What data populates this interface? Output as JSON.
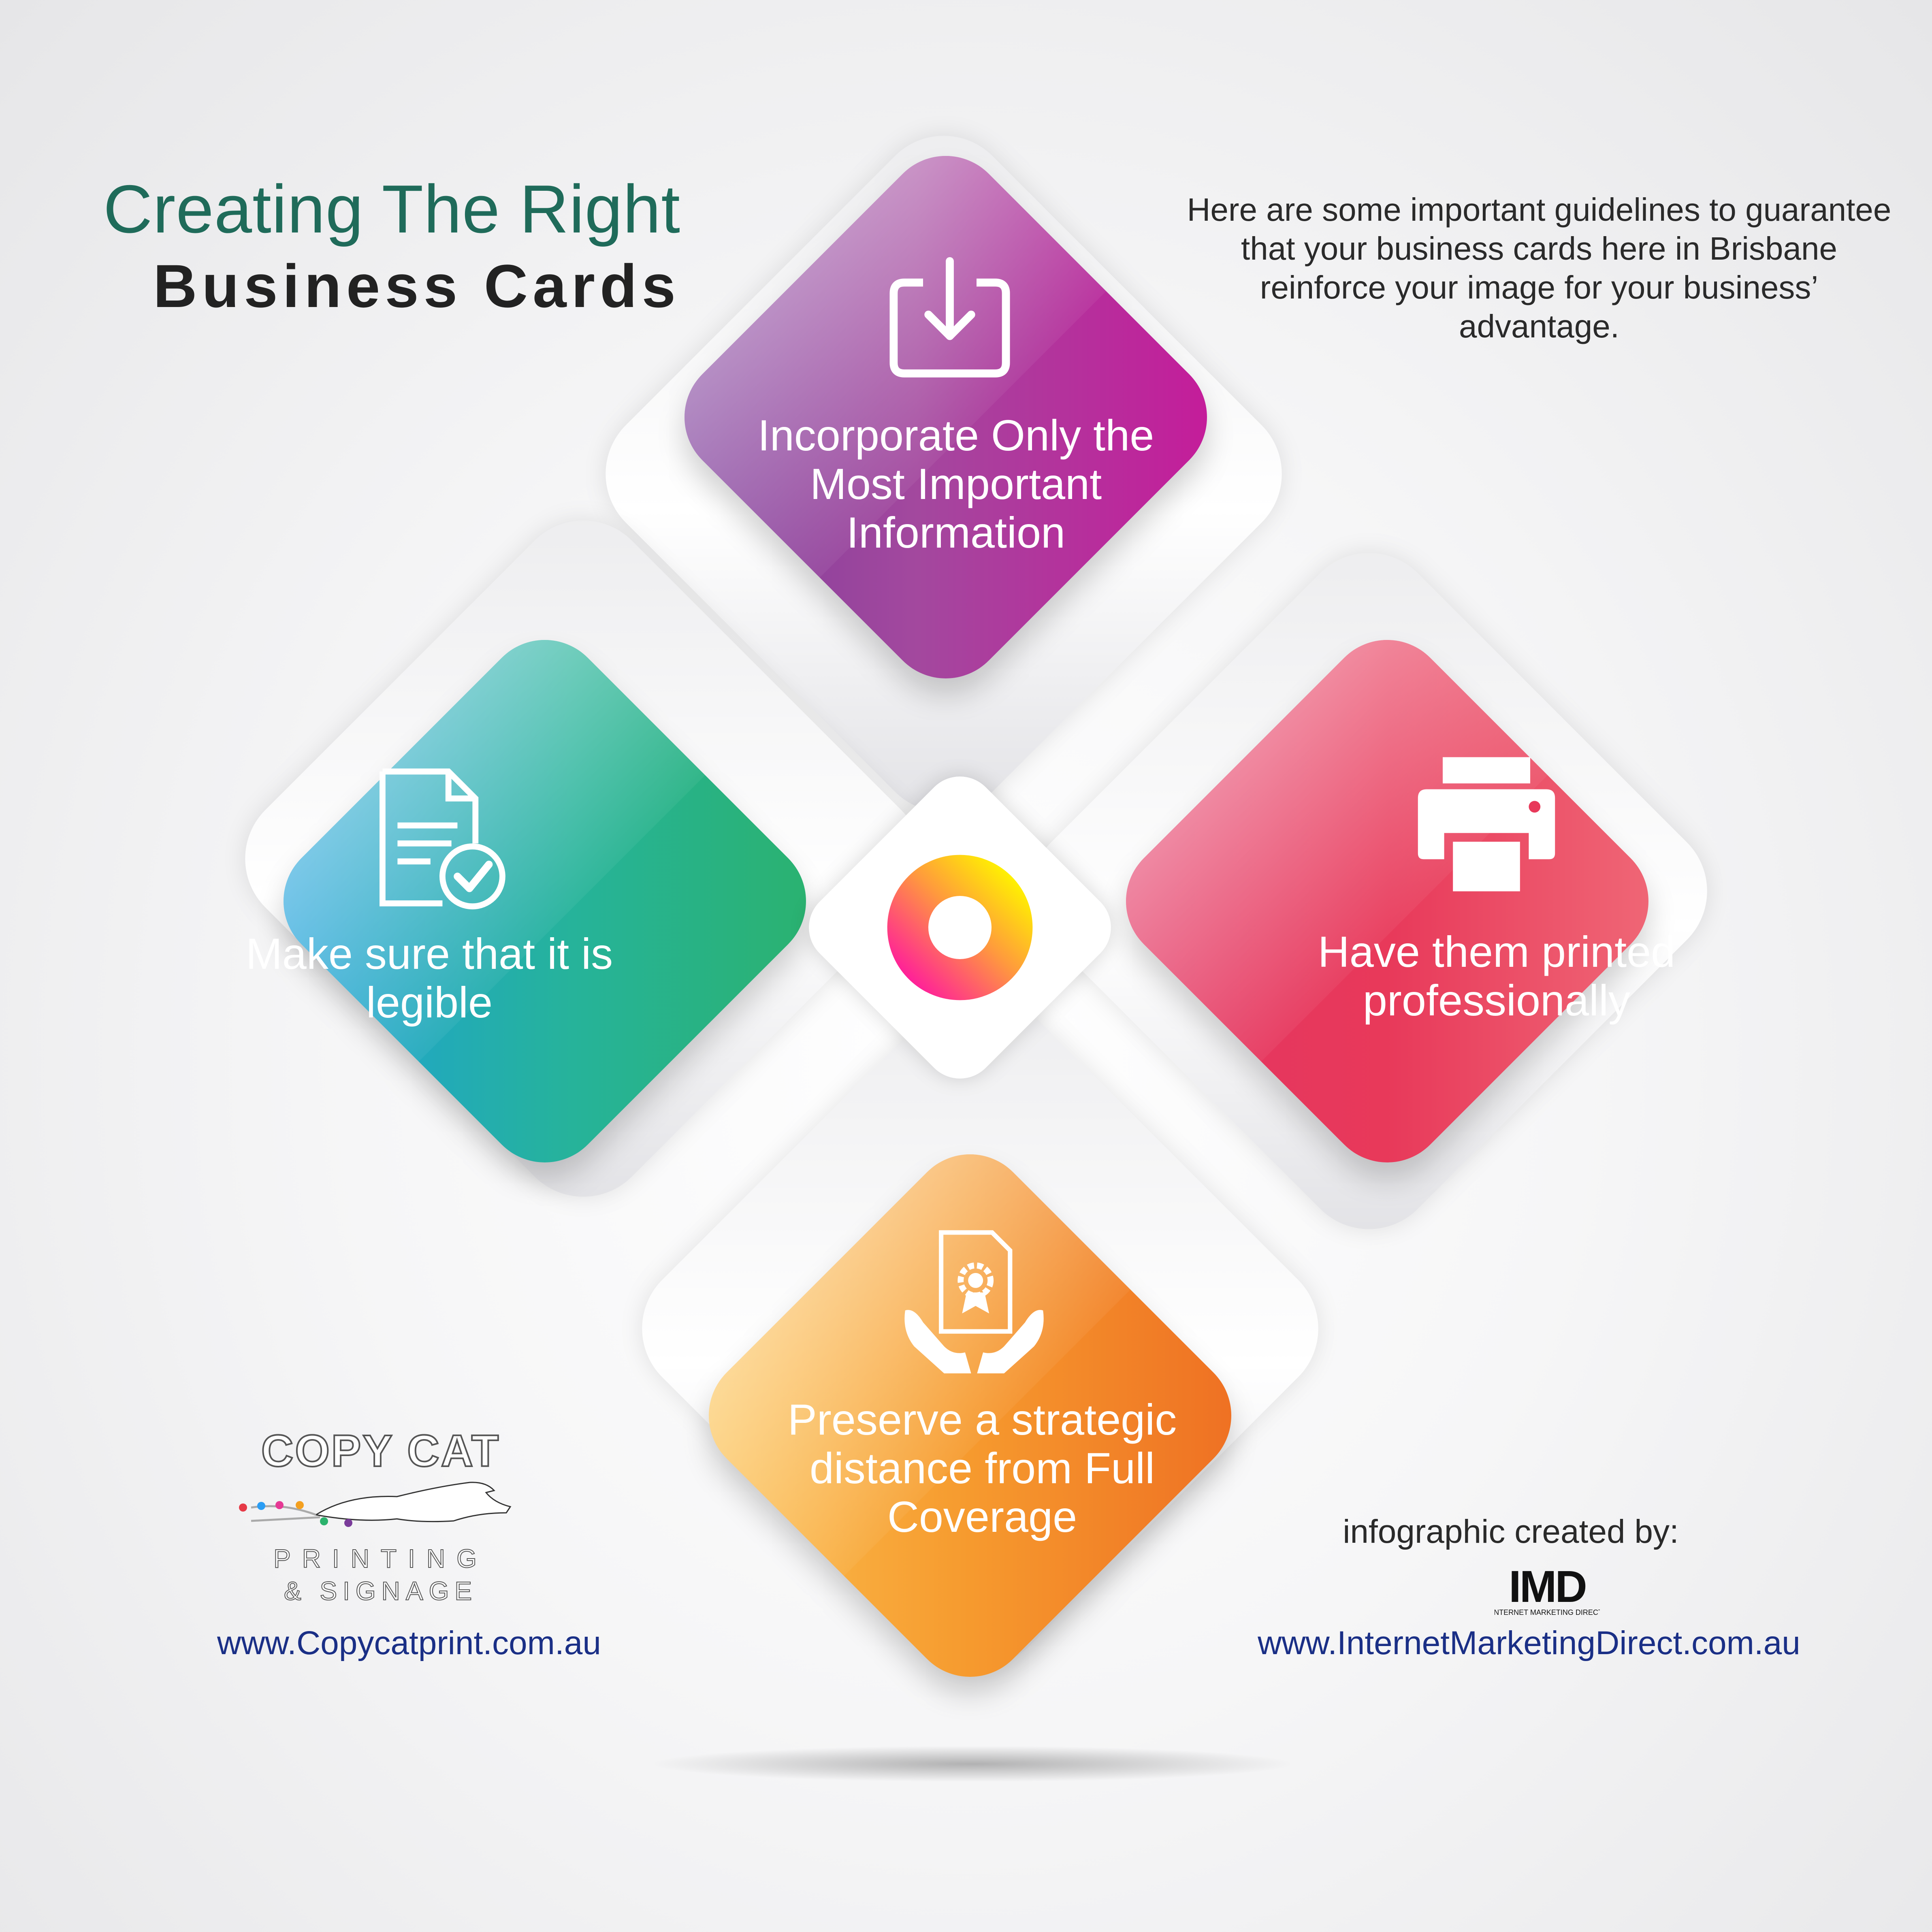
{
  "title": {
    "line1": "Creating The Right",
    "line2": "Business Cards"
  },
  "intro": "Here are some important guidelines to guarantee that your business cards here in Brisbane reinforce your image for your business’ advantage.",
  "tiles": [
    {
      "label": "Incorporate Only the Most Important Information",
      "icon": "download-icon",
      "color": "#a3489e"
    },
    {
      "label": "Make sure that it is legible",
      "icon": "document-check-icon",
      "color": "#26b39a"
    },
    {
      "label": "Have them printed professionally",
      "icon": "printer-icon",
      "color": "#e8395a"
    },
    {
      "label": "Preserve a strategic distance from Full Coverage",
      "icon": "award-certificate-icon",
      "color": "#f69a2e"
    }
  ],
  "center_icon": "ring-icon",
  "copycat": {
    "name": "COPY CAT",
    "sub1": "PRINTING",
    "sub2": "& SIGNAGE",
    "url": "www.Copycatprint.com.au"
  },
  "credit": {
    "text": "infographic created by:",
    "logo": "IMD",
    "logo_sub": "INTERNET MARKETING DIRECT",
    "url": "www.InternetMarketingDirect.com.au"
  }
}
